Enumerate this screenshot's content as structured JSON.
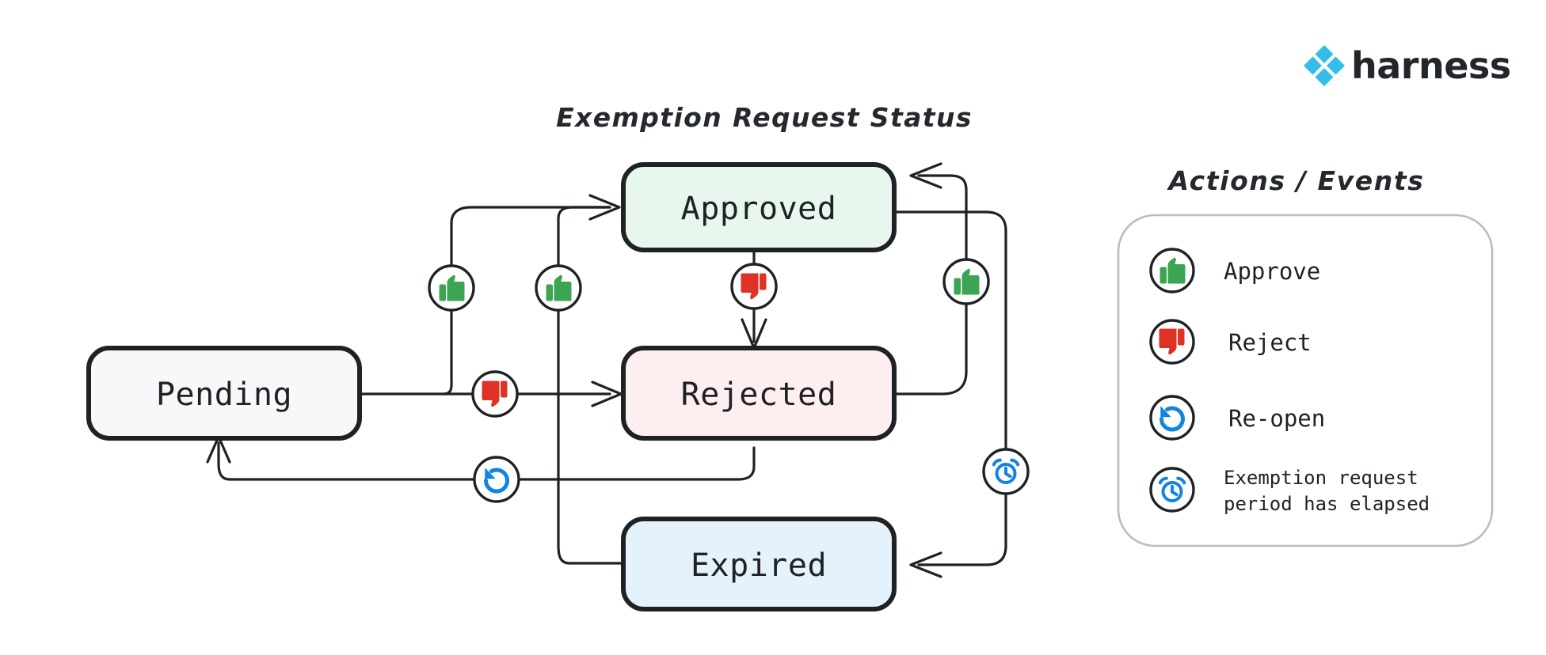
{
  "brand": {
    "name": "harness",
    "logo_icon": "harness-diamond-logo-icon",
    "logo_color": "#32BDEA"
  },
  "diagram": {
    "title": "Exemption Request Status",
    "type": "state-machine",
    "nodes": [
      {
        "id": "pending",
        "label": "Pending",
        "fill": "#f7f8fa",
        "stroke": "#1f2124"
      },
      {
        "id": "approved",
        "label": "Approved",
        "fill": "#e8f7ed",
        "stroke": "#1f2124"
      },
      {
        "id": "rejected",
        "label": "Rejected",
        "fill": "#fdeef0",
        "stroke": "#1f2124"
      },
      {
        "id": "expired",
        "label": "Expired",
        "fill": "#e4f2fb",
        "stroke": "#1f2124"
      }
    ],
    "transitions": [
      {
        "from": "pending",
        "to": "approved",
        "action": "approve"
      },
      {
        "from": "pending",
        "to": "rejected",
        "action": "reject"
      },
      {
        "from": "approved",
        "to": "rejected",
        "action": "reject"
      },
      {
        "from": "rejected",
        "to": "approved",
        "action": "approve"
      },
      {
        "from": "rejected",
        "to": "pending",
        "action": "reopen"
      },
      {
        "from": "expired",
        "to": "approved",
        "action": "approve"
      },
      {
        "from": "approved",
        "to": "expired",
        "action": "elapsed"
      }
    ]
  },
  "legend": {
    "title": "Actions / Events",
    "items": [
      {
        "icon": "thumbs-up-icon",
        "label": "Approve",
        "color": "#3CA453"
      },
      {
        "icon": "thumbs-down-icon",
        "label": "Reject",
        "color": "#DE3226"
      },
      {
        "icon": "reopen-icon",
        "label": "Re-open",
        "color": "#1383E0"
      },
      {
        "icon": "alarm-clock-icon",
        "label_line1": "Exemption request",
        "label_line2": "period has elapsed",
        "color": "#1383E0"
      }
    ]
  }
}
